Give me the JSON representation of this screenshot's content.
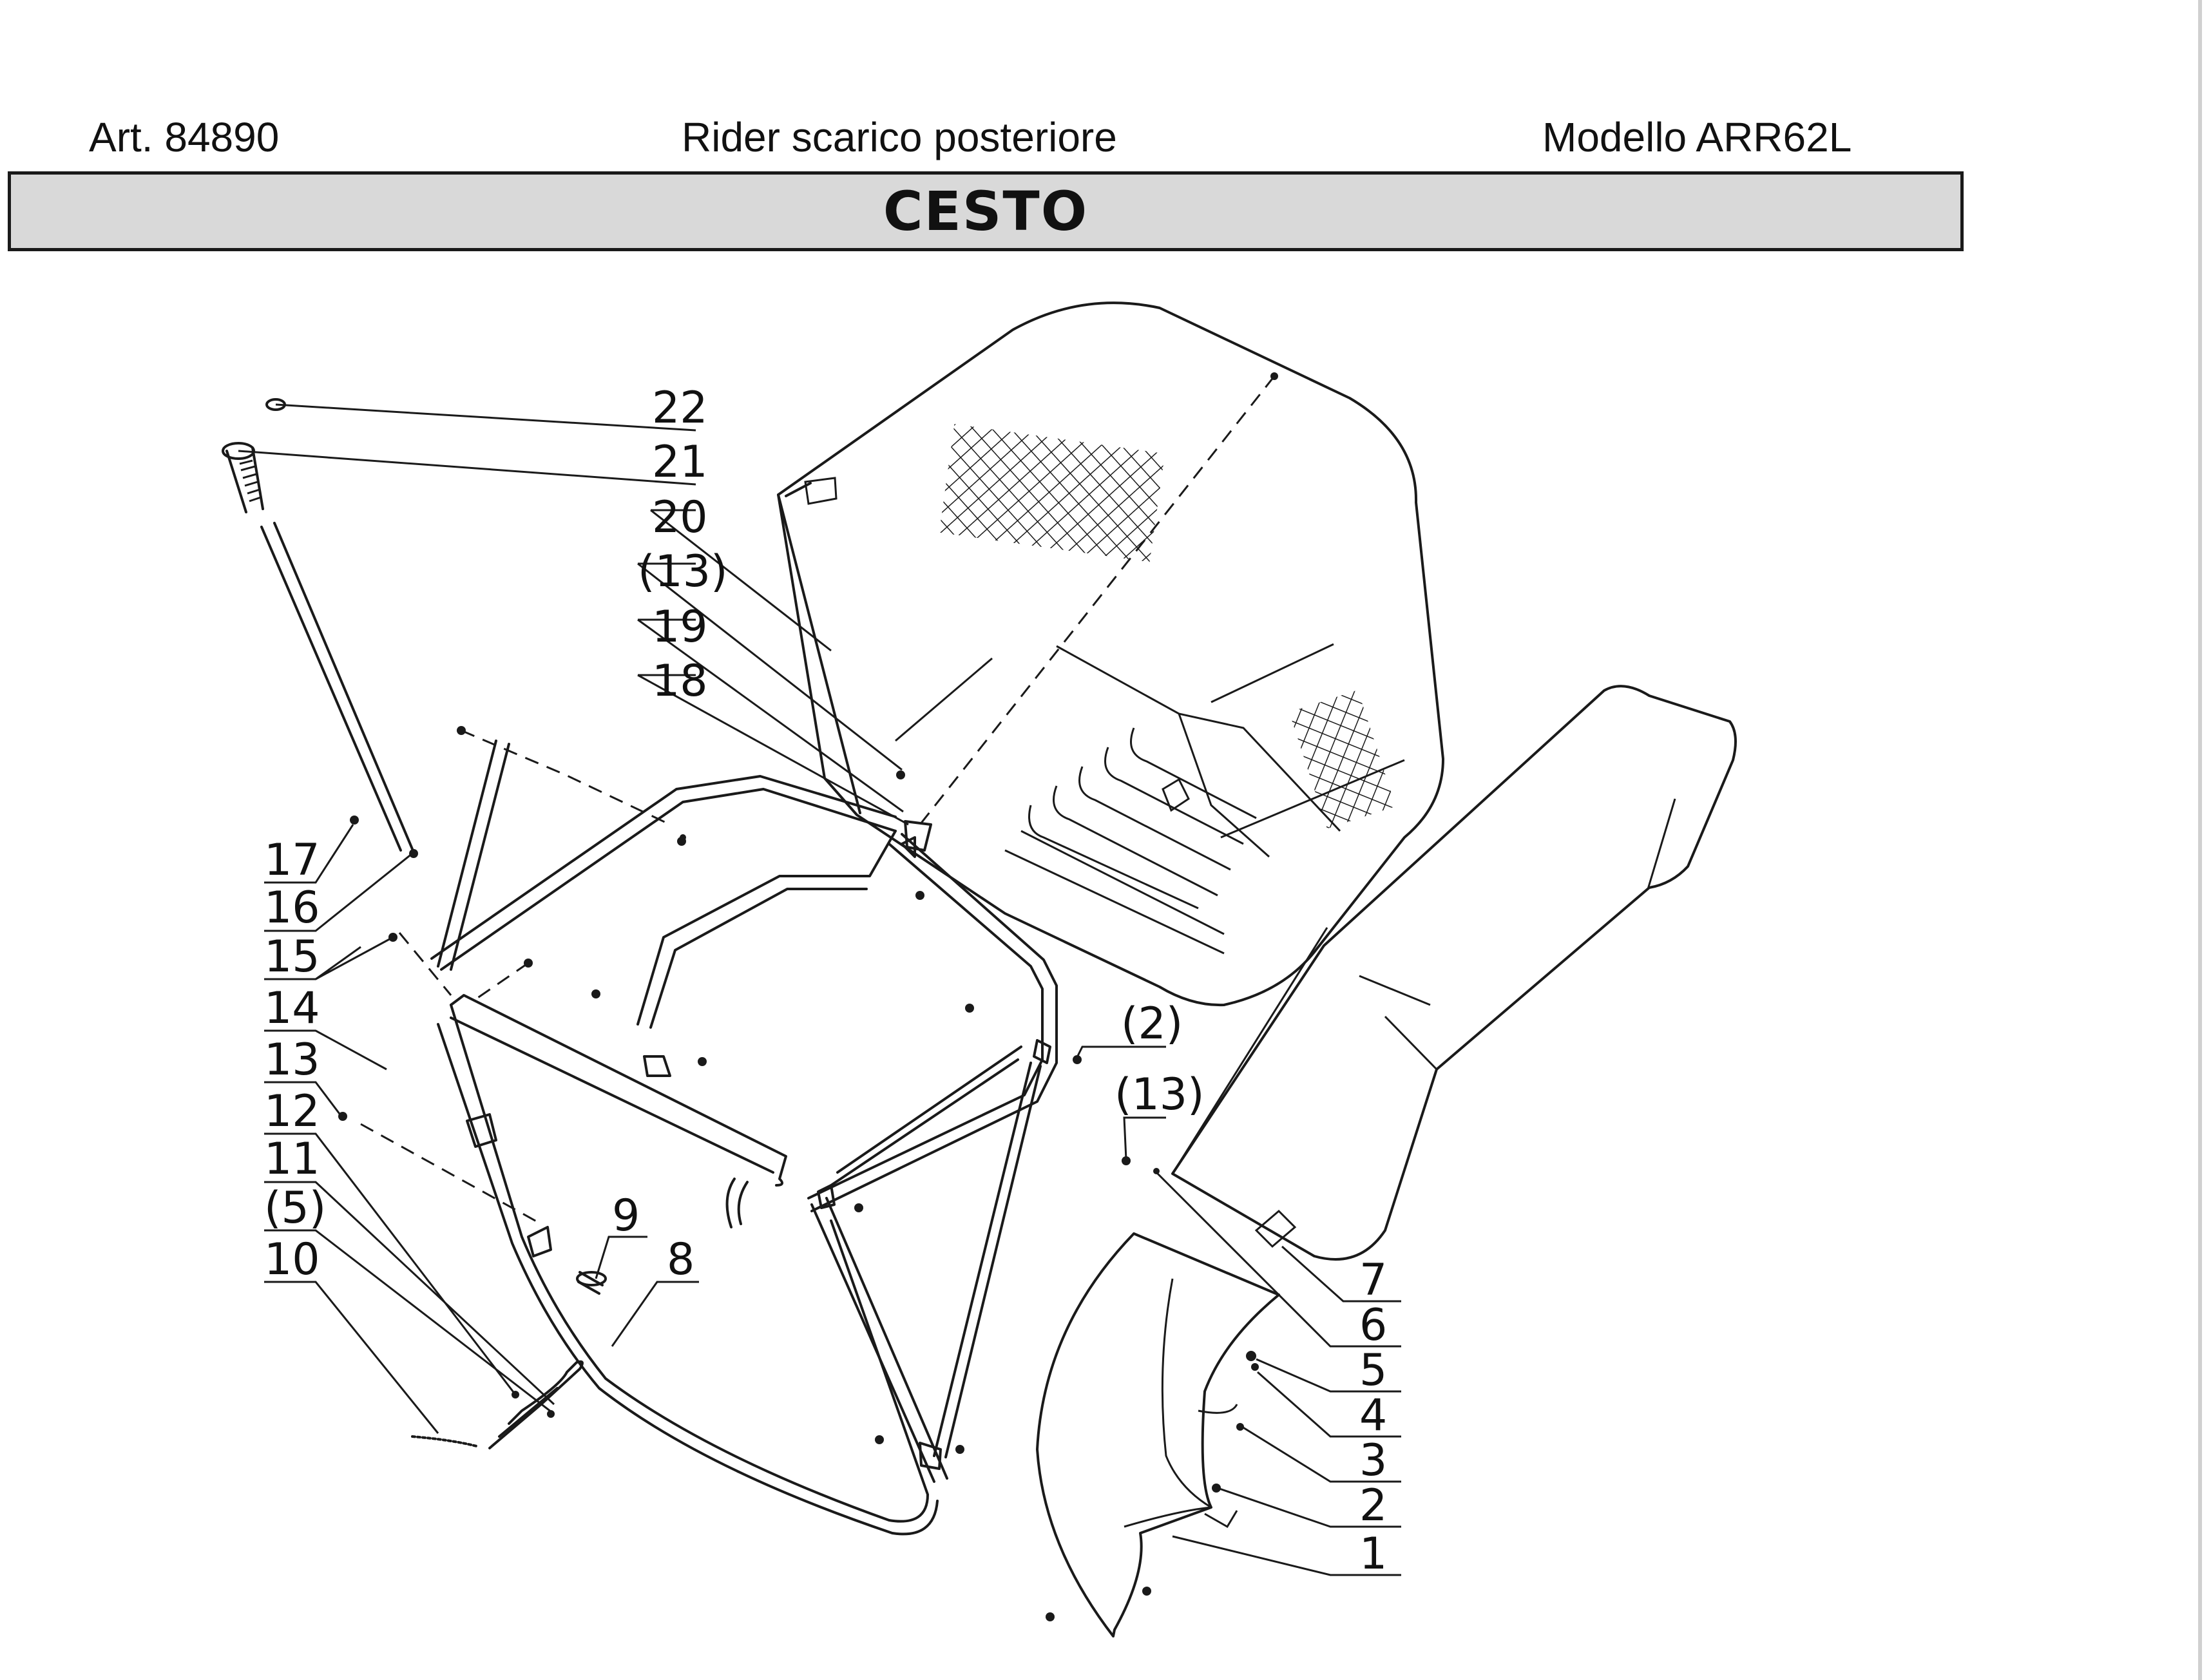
{
  "header": {
    "article": "Art. 84890",
    "description": "Rider scarico posteriore",
    "model": "Modello ARR62L"
  },
  "section_title": "CESTO",
  "callouts": {
    "c1": "1",
    "c2": "2",
    "c3": "3",
    "c4": "4",
    "c5": "5",
    "c6": "6",
    "c7": "7",
    "c8": "8",
    "c9": "9",
    "c10": "10",
    "c11": "11",
    "c12": "12",
    "c13": "13",
    "c14": "14",
    "c15": "15",
    "c16": "16",
    "c17": "17",
    "c18": "18",
    "c19": "19",
    "c20": "20",
    "c21": "21",
    "c22": "22",
    "c5_ref": "(5)",
    "c13_ref_top": "(13)",
    "c13_ref_right": "(13)",
    "c2_ref": "(2)"
  }
}
